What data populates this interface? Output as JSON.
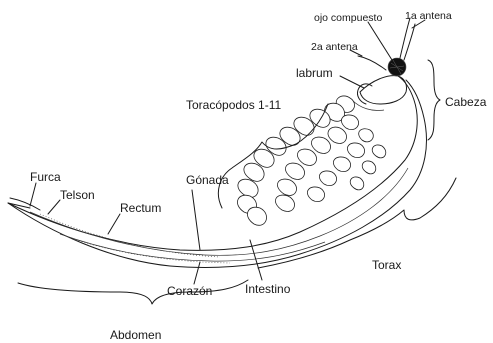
{
  "labels": {
    "ojo_compuesto": "ojo compuesto",
    "primera_antena": "1a antena",
    "segunda_antena": "2a antena",
    "labrum": "labrum",
    "cabeza": "Cabeza",
    "toracopodos": "Toracópodos 1-11",
    "furca": "Furca",
    "telson": "Telson",
    "rectum": "Rectum",
    "gonada": "Gónada",
    "corazon": "Corazón",
    "intestino": "Intestino",
    "torax": "Torax",
    "abdomen": "Abdomen"
  }
}
